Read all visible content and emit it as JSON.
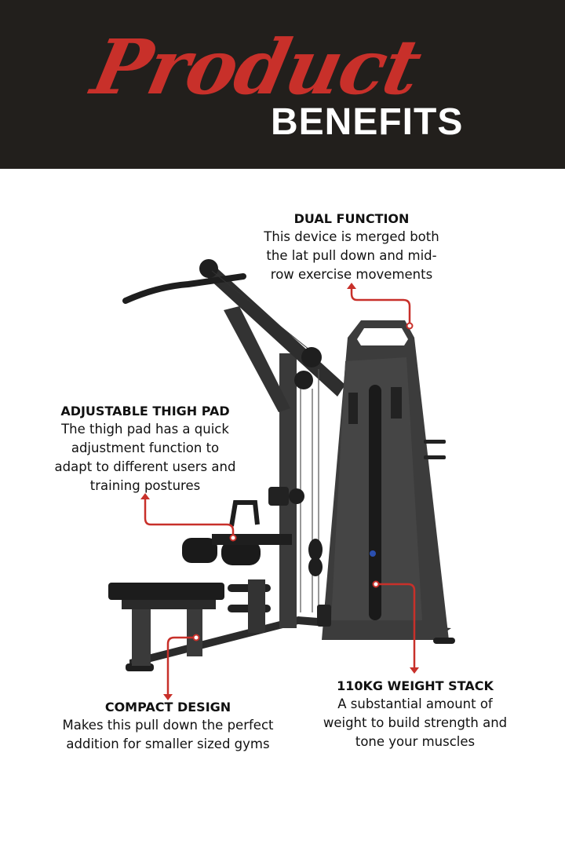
{
  "header": {
    "script_title": "Product",
    "bold_title": "BENEFITS",
    "background_color": "#221f1c",
    "accent_color": "#c8302a"
  },
  "callouts": [
    {
      "id": "dual-function",
      "heading": "DUAL FUNCTION",
      "lines": [
        "This device is merged both",
        "the lat pull down and mid-",
        "row exercise movements"
      ]
    },
    {
      "id": "adjustable-thigh-pad",
      "heading": "ADJUSTABLE THIGH PAD",
      "lines": [
        "The thigh pad has a quick",
        "adjustment function to",
        "adapt to different users and",
        "training postures"
      ]
    },
    {
      "id": "compact-design",
      "heading": "COMPACT DESIGN",
      "lines": [
        "Makes this pull down the perfect",
        "addition for smaller sized gyms"
      ]
    },
    {
      "id": "weight-stack",
      "heading": "110KG WEIGHT STACK",
      "lines": [
        "A substantial amount of",
        "weight to build strength and",
        "tone your muscles"
      ]
    }
  ],
  "product_image": {
    "description": "lat pulldown and mid-row machine"
  }
}
